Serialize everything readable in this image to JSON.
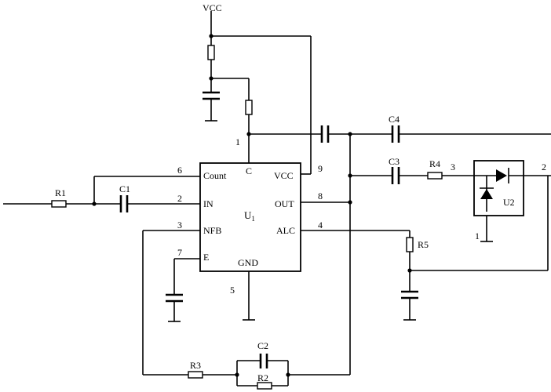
{
  "supply": {
    "label": "VCC"
  },
  "ic": {
    "name": "U",
    "name_sub": "1",
    "pins": {
      "count": "Count",
      "in": "IN",
      "nfb": "NFB",
      "e": "E",
      "c": "C",
      "vcc": "VCC",
      "out": "OUT",
      "alc": "ALC",
      "gnd": "GND"
    },
    "pin_numbers": {
      "c": "1",
      "in": "2",
      "nfb": "3",
      "alc": "4",
      "gnd": "5",
      "count": "6",
      "e": "7",
      "out": "8",
      "vcc": "9"
    }
  },
  "components": {
    "r1": "R1",
    "c1": "C1",
    "r3": "R3",
    "c2": "C2",
    "r2": "R2",
    "c3": "C3",
    "r4": "R4",
    "c4": "C4",
    "r5": "R5"
  },
  "detector": {
    "name": "U2",
    "pin_input": "3",
    "pin_output": "2",
    "pin_ground": "1"
  }
}
